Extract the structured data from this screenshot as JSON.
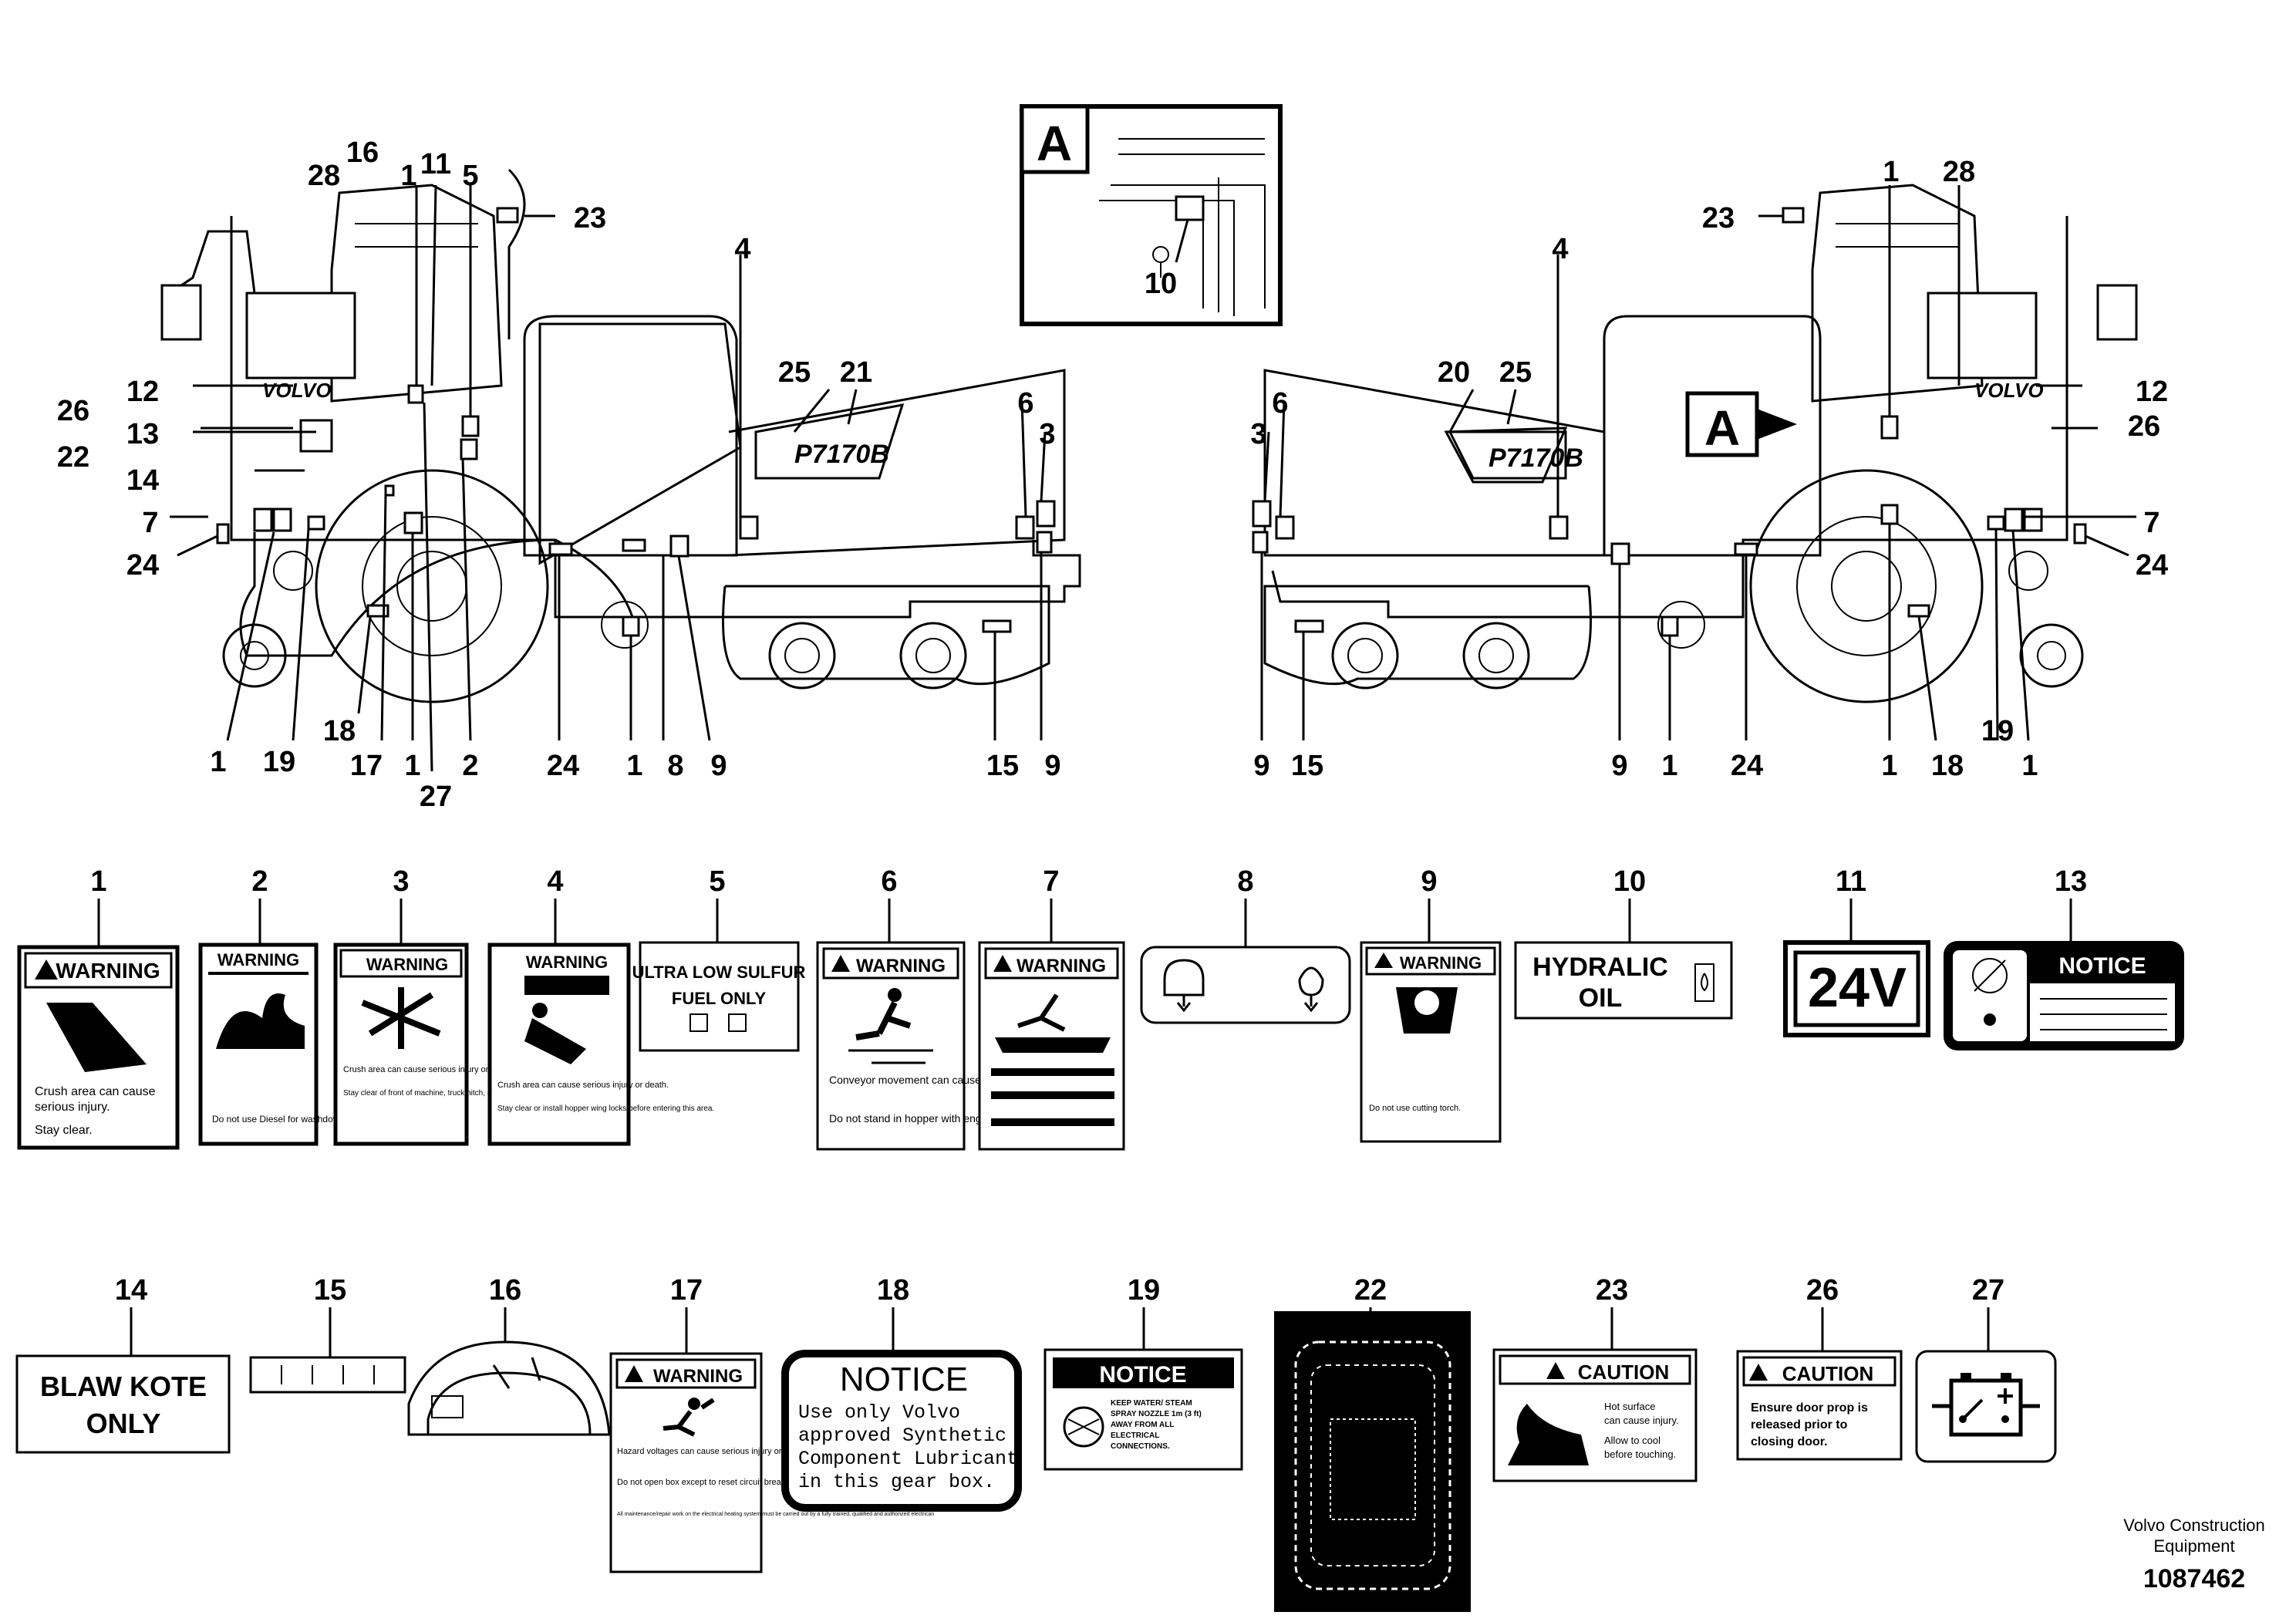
{
  "inset": {
    "letter": "A",
    "callout": "10"
  },
  "left_view": {
    "callouts": [
      "16",
      "11",
      "5",
      "28",
      "1",
      "23",
      "4",
      "25",
      "21",
      "12",
      "26",
      "13",
      "22",
      "14",
      "7",
      "24",
      "6",
      "3",
      "1",
      "19",
      "18",
      "17",
      "1",
      "27",
      "2",
      "24",
      "1",
      "8",
      "9",
      "15",
      "9"
    ],
    "model_badge": "P7170B",
    "brand": "VOLVO"
  },
  "right_view": {
    "callouts": [
      "1",
      "28",
      "23",
      "4",
      "20",
      "25",
      "6",
      "3",
      "12",
      "26",
      "7",
      "24",
      "9",
      "15",
      "9",
      "1",
      "24",
      "1",
      "18",
      "19",
      "1"
    ],
    "model_badge": "P7170B",
    "brand": "VOLVO",
    "marker": "A"
  },
  "decals_row1": [
    {
      "num": "1",
      "header": "WARNING",
      "lines": [
        "Crush area can cause",
        "serious injury.",
        "Stay clear."
      ]
    },
    {
      "num": "2",
      "header": "WARNING",
      "lines": [
        "Do not use Diesel for washdown"
      ]
    },
    {
      "num": "3",
      "header": "WARNING",
      "lines": [
        "Crush area can cause serious injury or death.",
        "Stay clear of front of machine, truck hitch, and rear of trucks while loading."
      ]
    },
    {
      "num": "4",
      "header": "WARNING",
      "lines": [
        "Crush area can cause serious injury or death.",
        "Stay clear or install hopper wing locks before entering this area."
      ]
    },
    {
      "num": "5",
      "header": "ULTRA LOW SULFUR",
      "lines": [
        "FUEL ONLY"
      ]
    },
    {
      "num": "6",
      "header": "WARNING",
      "lines": [
        "Conveyor movement can cause serious injury or death.",
        "Do not stand in hopper with engine running."
      ]
    },
    {
      "num": "7",
      "header": "WARNING",
      "lines": []
    },
    {
      "num": "8",
      "header": "",
      "lines": []
    },
    {
      "num": "9",
      "header": "WARNING",
      "lines": [
        "Do not use cutting torch."
      ]
    },
    {
      "num": "10",
      "header": "HYDRALIC",
      "lines": [
        "OIL"
      ]
    },
    {
      "num": "11",
      "header": "24V",
      "lines": []
    },
    {
      "num": "13",
      "header": "NOTICE",
      "lines": []
    }
  ],
  "decals_row2": [
    {
      "num": "14",
      "header": "BLAW KOTE",
      "lines": [
        "ONLY"
      ]
    },
    {
      "num": "15",
      "header": "",
      "lines": []
    },
    {
      "num": "16",
      "header": "",
      "lines": []
    },
    {
      "num": "17",
      "header": "WARNING",
      "lines": [
        "Hazard voltages can cause serious injury or death.",
        "Do not open box except to reset circuit breaker.",
        "All maintenance/repair work on the electrical heating system must be carried out by a fully trained, qualified and authorized electrican"
      ]
    },
    {
      "num": "18",
      "header": "NOTICE",
      "lines": [
        "Use only Volvo",
        "approved Synthetic",
        "Component Lubricant",
        "in this gear box."
      ]
    },
    {
      "num": "19",
      "header": "NOTICE",
      "lines": [
        "KEEP WATER/ STEAM",
        "SPRAY NOZZLE 1m (3 ft)",
        "AWAY FROM ALL",
        "ELECTRICAL",
        "CONNECTIONS."
      ]
    },
    {
      "num": "22",
      "header": "",
      "lines": []
    },
    {
      "num": "23",
      "header": "CAUTION",
      "lines": [
        "Hot surface",
        "can cause injury.",
        "Allow to cool",
        "before touching."
      ]
    },
    {
      "num": "26",
      "header": "CAUTION",
      "lines": [
        "Ensure door prop is",
        "released prior to",
        "closing door."
      ]
    },
    {
      "num": "27",
      "header": "",
      "lines": []
    }
  ],
  "footer": {
    "company_line1": "Volvo Construction",
    "company_line2": "Equipment",
    "doc_number": "1087462"
  }
}
